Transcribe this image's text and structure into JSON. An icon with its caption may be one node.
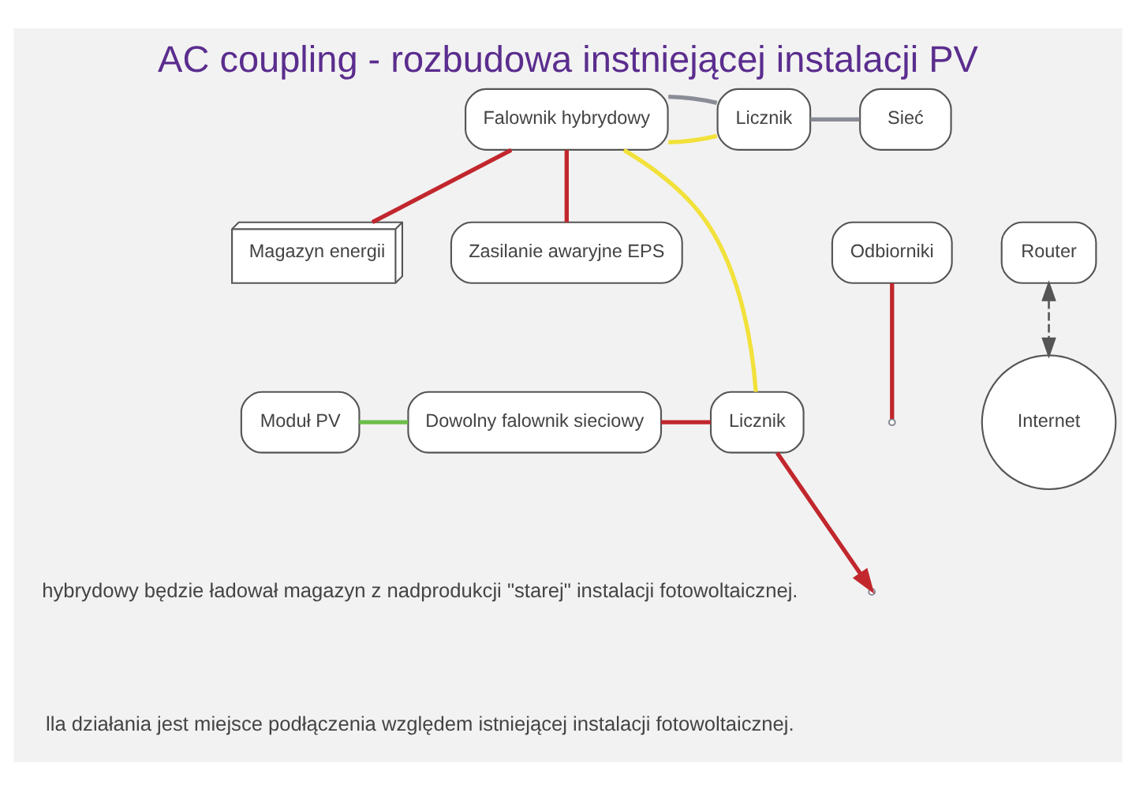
{
  "diagram": {
    "title": "AC coupling - rozbudowa instniejącej instalacji PV",
    "nodes": [
      {
        "text": [
          "Falownik hybrydowy"
        ]
      },
      {
        "text": [
          "Magazyn energii"
        ]
      },
      {
        "text": [
          "Zasilanie awaryjne EPS"
        ]
      },
      {
        "text": [
          "Odbiorniki"
        ]
      },
      {
        "text": [
          "Licznik"
        ]
      },
      {
        "text": [
          "Sieć"
        ]
      },
      {
        "text": [
          "Router"
        ]
      },
      {
        "text": [
          "Internet"
        ]
      },
      {
        "text": [
          "Moduł PV"
        ]
      },
      {
        "text": [
          "Dowolny falownik sieciowy"
        ]
      },
      {
        "text": [
          "Licznik"
        ]
      }
    ],
    "edges": [
      {
        "from": 0,
        "to": 4,
        "arrow": "none",
        "color": "#f2e13a"
      },
      {
        "from": 0,
        "to": 4,
        "arrow": "none",
        "color": "#8a8d96"
      },
      {
        "from": 4,
        "to": 5,
        "arrow": "none",
        "color": "#8a8d96"
      },
      {
        "from": 3,
        "to": null,
        "arrow": "none"
      },
      {
        "from": 0,
        "to": 1,
        "arrow": "none"
      },
      {
        "from": 0,
        "to": 2,
        "arrow": "none"
      },
      {
        "from": 0,
        "to": 10,
        "arrow": "none",
        "color": "#f2e13a"
      },
      {
        "from": 6,
        "to": 7,
        "arrow": "both",
        "style": "dashed",
        "color": "#555555"
      },
      {
        "from": 8,
        "to": 9,
        "arrow": "none",
        "color": "#6cbf4a"
      },
      {
        "from": 9,
        "to": 10,
        "arrow": "none"
      },
      {
        "from": 10,
        "to": null,
        "arrow": "to"
      }
    ],
    "labels": [
      "hybrydowy będzie ładował magazyn z nadprodukcji \"starej\" instalacji fotowoltaicznej.",
      "lla działania jest miejsce podłączenia względem istniejącej instalacji fotowoltaicznej."
    ]
  }
}
